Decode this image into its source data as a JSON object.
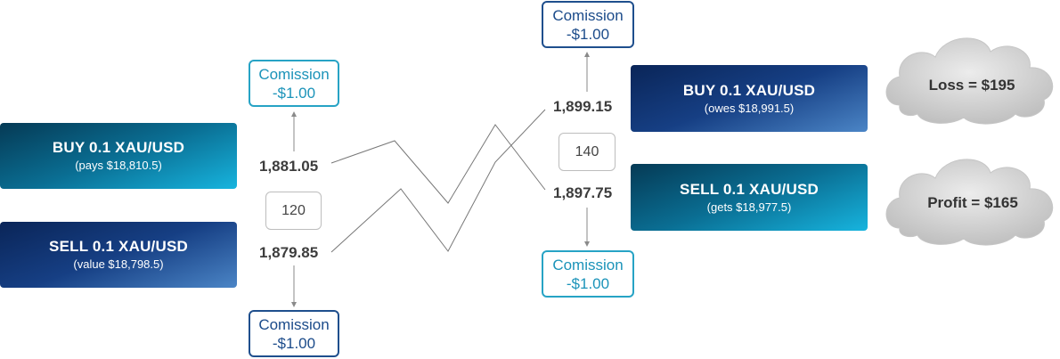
{
  "left": {
    "buy": {
      "title": "BUY 0.1 XAU/USD",
      "sub": "(pays $18,810.5)"
    },
    "sell": {
      "title": "SELL 0.1 XAU/USD",
      "sub": "(value $18,798.5)"
    },
    "buy_price": "1,881.05",
    "sell_price": "1,879.85",
    "spread": "120",
    "commission_top": {
      "line1": "Comission",
      "line2": "-$1.00"
    },
    "commission_bottom": {
      "line1": "Comission",
      "line2": "-$1.00"
    }
  },
  "right": {
    "buy": {
      "title": "BUY 0.1 XAU/USD",
      "sub": "(owes $18,991.5)"
    },
    "sell": {
      "title": "SELL 0.1 XAU/USD",
      "sub": "(gets $18,977.5)"
    },
    "buy_price": "1,899.15",
    "sell_price": "1,897.75",
    "spread": "140",
    "commission_top": {
      "line1": "Comission",
      "line2": "-$1.00"
    },
    "commission_bottom": {
      "line1": "Comission",
      "line2": "-$1.00"
    }
  },
  "results": {
    "loss": "Loss = $195",
    "profit": "Profit = $165"
  },
  "colors": {
    "teal_border": "#27a3c5",
    "navy_border": "#1f4f8d",
    "price_text": "#3d3d3d",
    "cloud_fill": "#d4d4d4"
  }
}
